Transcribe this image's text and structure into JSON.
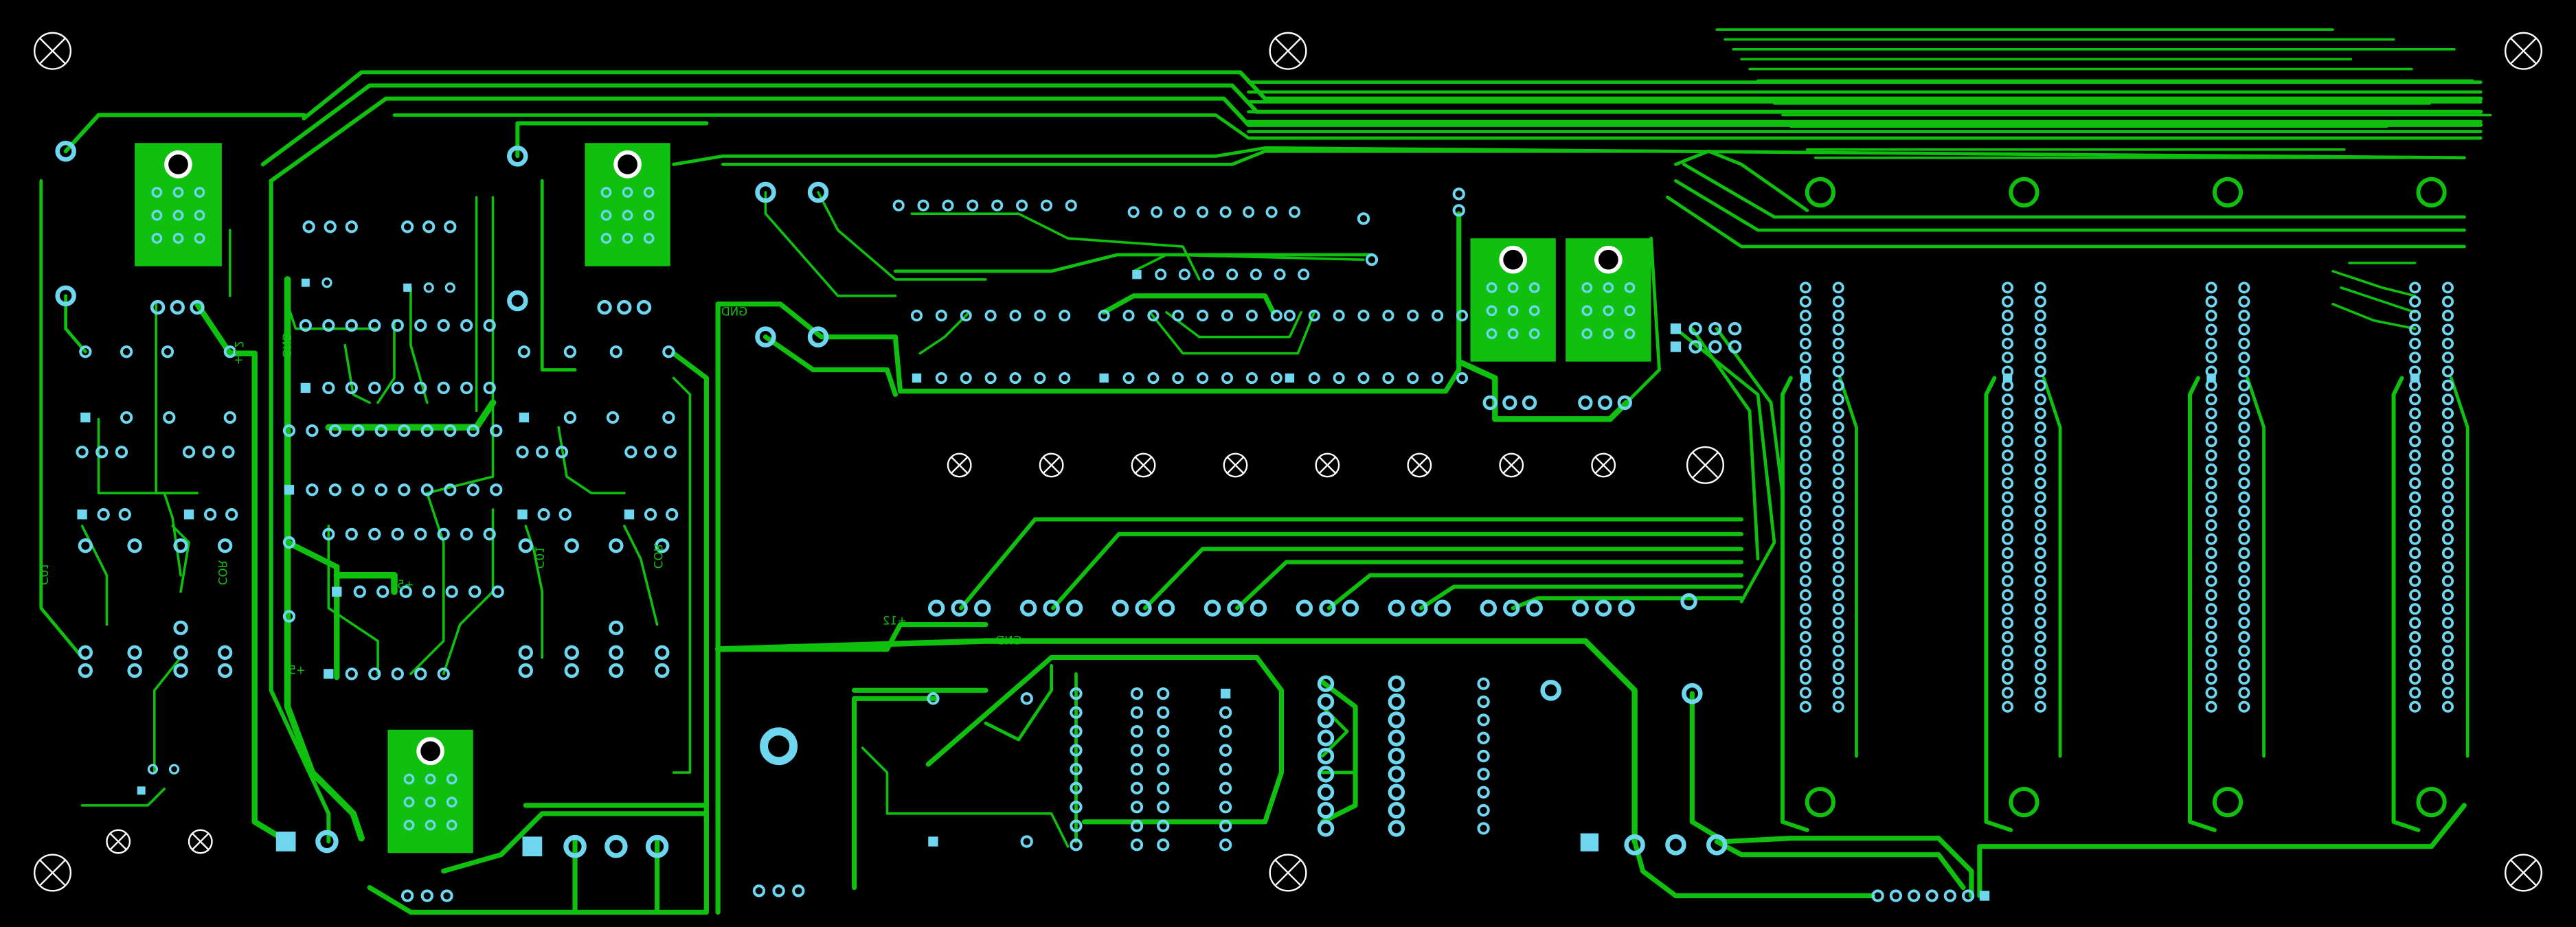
{
  "board": {
    "colors": {
      "background": "#000000",
      "copper": "#0fc00f",
      "pad": "#6fd6f0",
      "hole_marker": "#ffffff"
    },
    "labels": {
      "gnd_left": "GND",
      "plus12_left": "+12",
      "gnd_mid": "GND",
      "plus12_mid": "+12",
      "plus5_a": "+5",
      "plus5_b": "+5",
      "col_left": "C01",
      "cor_left": "COR",
      "col_right": "C01",
      "cor_right": "COR",
      "gnd_bottom": "GND"
    }
  }
}
